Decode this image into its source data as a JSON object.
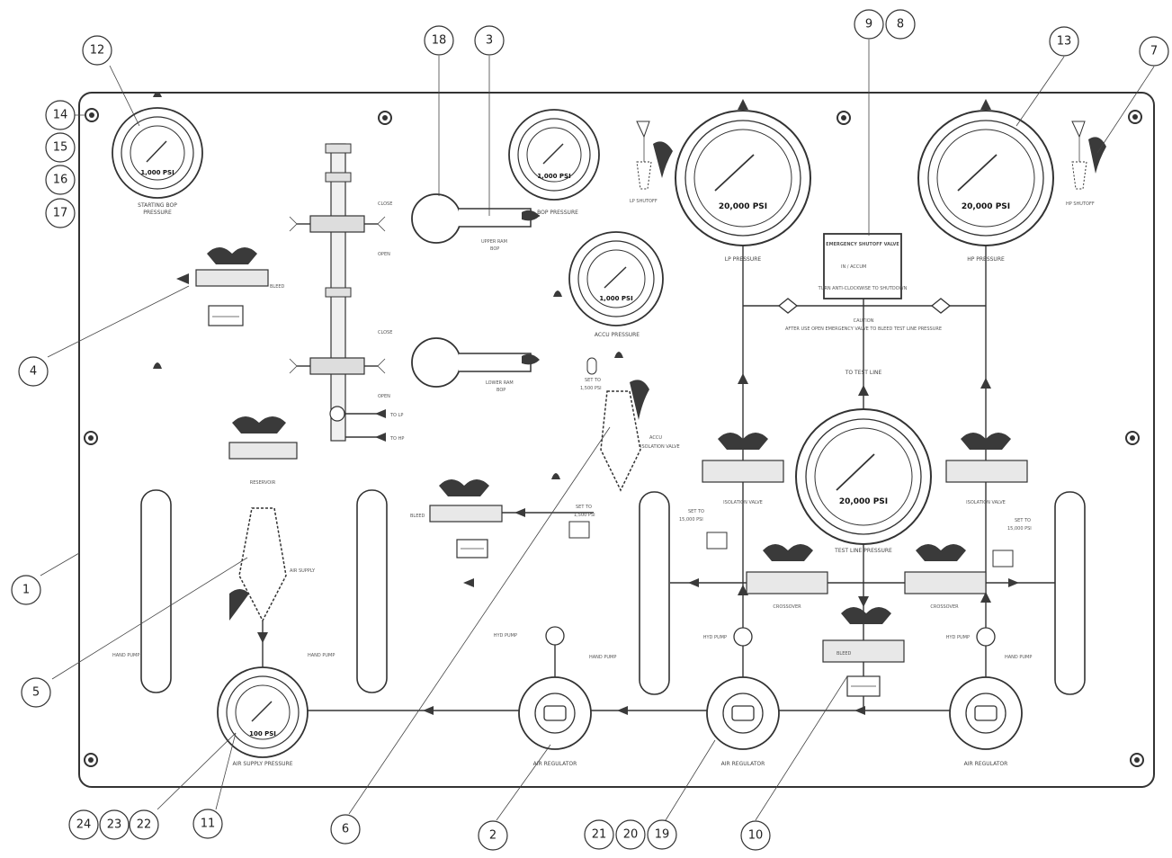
{
  "callouts": [
    "1",
    "2",
    "3",
    "4",
    "5",
    "6",
    "7",
    "8",
    "9",
    "10",
    "11",
    "12",
    "13",
    "14",
    "15",
    "16",
    "17",
    "18",
    "19",
    "20",
    "21",
    "22",
    "23",
    "24"
  ],
  "labels": {
    "starting_bop_pressure": "STARTING BOP",
    "pressure_word": "PRESSURE",
    "bop_pressure": "BOP PRESSURE",
    "upper_ram_bop": "UPPER RAM",
    "bop_word": "BOP",
    "lower_ram_bop": "LOWER RAM",
    "accu_pressure": "ACCU PRESSURE",
    "lp_pressure": "LP PRESSURE",
    "hp_pressure": "HP PRESSURE",
    "close": "CLOSE",
    "open": "OPEN",
    "bleed": "BLEED",
    "to_lp": "TO LP",
    "to_hp": "TO HP",
    "reservoir": "RESERVOIR",
    "to_test_line": "TO TEST LINE",
    "test_line_pressure": "TEST LINE PRESSURE",
    "lp_isolation_valve": "ISOLATION VALVE",
    "hp_isolation_valve": "ISOLATION VALVE",
    "accu_isolation_valve": "ISOLATION VALVE",
    "accu_word": "ACCU",
    "set_to_1500": "SET TO",
    "psi_1500": "1,500 PSI",
    "psi_15000": "15,000 PSI",
    "crossover_1": "CROSSOVER",
    "crossover_2": "CROSSOVER",
    "air_supply": "AIR SUPPLY",
    "air_supply_pressure": "AIR SUPPLY PRESSURE",
    "hand_pump_1": "HAND PUMP",
    "hand_pump_2": "HAND PUMP",
    "hand_pump_3": "HAND PUMP",
    "hand_pump_4": "HAND PUMP",
    "hyd_pump_1": "HYD PUMP",
    "hyd_pump_2": "HYD PUMP",
    "hyd_pump_3": "HYD PUMP",
    "air_regulator_1": "AIR REGULATOR",
    "air_regulator_2": "AIR REGULATOR",
    "air_regulator_3": "AIR REGULATOR",
    "lp_shutoff": "LP SHUTOFF",
    "hp_shutoff": "HP SHUTOFF",
    "emergency_title": "EMERGENCY SHUTOFF VALVE",
    "emergency_line2": "IN / ACCUM",
    "emergency_line3": "TURN ANTI-CLOCKWISE TO SHUTDOWN",
    "caution": "CAUTION",
    "caution_text": "AFTER USE OPEN EMERGENCY VALVE TO BLEED TEST LINE PRESSURE"
  },
  "gauges": {
    "starting_bop": "1,000 PSI",
    "bop": "1,000 PSI",
    "accu": "1,000 PSI",
    "lp": "20,000 PSI",
    "hp": "20,000 PSI",
    "test_line": "20,000 PSI",
    "air_supply": "100 PSI"
  }
}
